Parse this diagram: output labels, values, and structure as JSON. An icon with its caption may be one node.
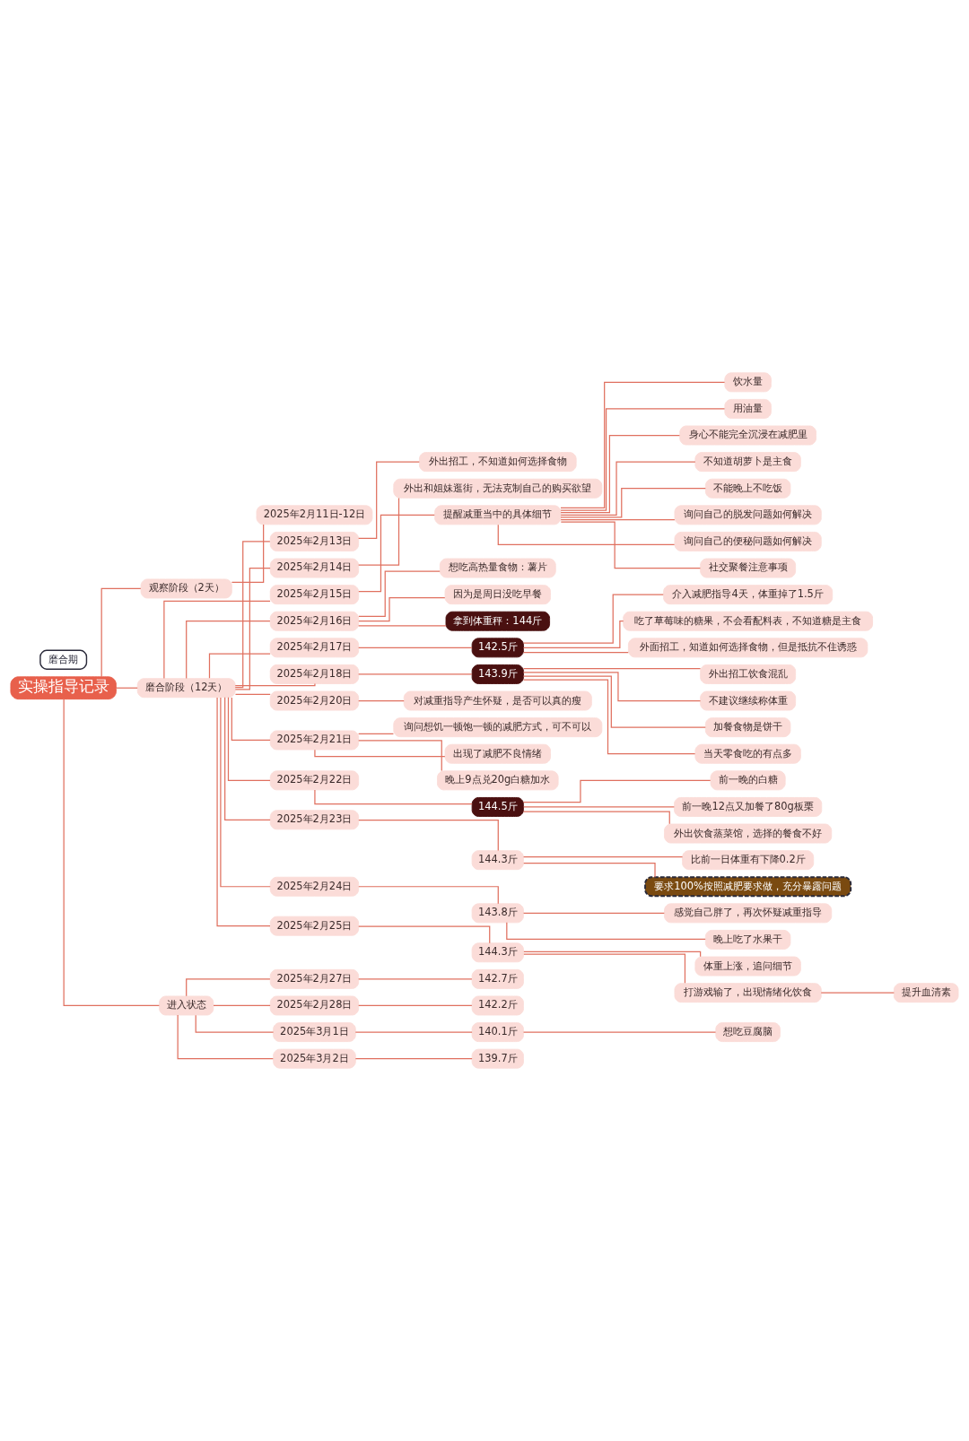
{
  "diagram": {
    "nodes": [
      {
        "text": [
          "实操指导记录"
        ]
      },
      {
        "text": [
          "观察阶段（2天）"
        ]
      },
      {
        "text": [
          "2025年2月11日-12日"
        ]
      },
      {
        "text": [
          "磨合阶段（12天）"
        ]
      },
      {
        "text": [
          "2025年2月13日"
        ]
      },
      {
        "text": [
          "外出招工，不知道如何选择食物"
        ]
      },
      {
        "text": [
          "2025年2月14日"
        ]
      },
      {
        "text": [
          "外出和姐妹逛街，无法克制自己的购买欲望"
        ]
      },
      {
        "text": [
          "2025年2月15日"
        ]
      },
      {
        "text": [
          "提醒减重当中的具体细节"
        ]
      },
      {
        "text": [
          "饮水量"
        ]
      },
      {
        "text": [
          "用油量"
        ]
      },
      {
        "text": [
          "身心不能完全沉浸在减肥里"
        ]
      },
      {
        "text": [
          "不知道胡萝卜是主食"
        ]
      },
      {
        "text": [
          "不能晚上不吃饭"
        ]
      },
      {
        "text": [
          "询问自己的脱发问题如何解决"
        ]
      },
      {
        "text": [
          "询问自己的便秘问题如何解决"
        ]
      },
      {
        "text": [
          "社交聚餐注意事项"
        ]
      },
      {
        "text": [
          "2025年2月16日"
        ]
      },
      {
        "text": [
          "想吃高热量食物：薯片"
        ]
      },
      {
        "text": [
          "因为是周日没吃早餐"
        ]
      },
      {
        "text": [
          "拿到体重秤：144斤"
        ]
      },
      {
        "text": [
          "2025年2月17日"
        ]
      },
      {
        "text": [
          "142.5斤"
        ]
      },
      {
        "text": [
          "介入减肥指导4天，体重掉了1.5斤"
        ]
      },
      {
        "text": [
          "吃了草莓味的糖果，不会看配料表，不知道糖是主食"
        ]
      },
      {
        "text": [
          "外面招工，知道如何选择食物，但是抵抗不住诱惑"
        ]
      },
      {
        "text": [
          "2025年2月18日"
        ]
      },
      {
        "text": [
          "143.9斤"
        ]
      },
      {
        "text": [
          "外出招工饮食混乱"
        ]
      },
      {
        "text": [
          "不建议继续称体重"
        ]
      },
      {
        "text": [
          "加餐食物是饼干"
        ]
      },
      {
        "text": [
          "当天零食吃的有点多"
        ]
      },
      {
        "text": [
          "2025年2月20日"
        ]
      },
      {
        "text": [
          "对减重指导产生怀疑，是否可以真的瘦"
        ]
      },
      {
        "text": [
          "2025年2月21日"
        ]
      },
      {
        "text": [
          "询问想饥一顿饱一顿的减肥方式，可不可以"
        ]
      },
      {
        "text": [
          "出现了减肥不良情绪"
        ]
      },
      {
        "text": [
          "晚上9点兑20g白糖加水"
        ]
      },
      {
        "text": [
          "2025年2月22日"
        ]
      },
      {
        "text": [
          "144.5斤"
        ]
      },
      {
        "text": [
          "前一晚的白糖"
        ]
      },
      {
        "text": [
          "前一晚12点又加餐了80g板栗"
        ]
      },
      {
        "text": [
          "外出饮食蒸菜馆，选择的餐食不好"
        ]
      },
      {
        "text": [
          "2025年2月23日"
        ]
      },
      {
        "text": [
          "144.3斤"
        ]
      },
      {
        "text": [
          "比前一日体重有下降0.2斤"
        ]
      },
      {
        "text": [
          "要求100%按照减肥要求做，充分暴露问题"
        ]
      },
      {
        "text": [
          "2025年2月24日"
        ]
      },
      {
        "text": [
          "143.8斤"
        ]
      },
      {
        "text": [
          "感觉自己胖了，再次怀疑减重指导"
        ]
      },
      {
        "text": [
          "晚上吃了水果干"
        ]
      },
      {
        "text": [
          "2025年2月25日"
        ]
      },
      {
        "text": [
          "144.3斤"
        ]
      },
      {
        "text": [
          "体重上涨，追问细节"
        ]
      },
      {
        "text": [
          "打游戏输了，出现情绪化饮食"
        ]
      },
      {
        "text": [
          "提升血清素"
        ]
      },
      {
        "text": [
          "进入状态"
        ]
      },
      {
        "text": [
          "2025年2月27日"
        ]
      },
      {
        "text": [
          "142.7斤"
        ]
      },
      {
        "text": [
          "2025年2月28日"
        ]
      },
      {
        "text": [
          "142.2斤"
        ]
      },
      {
        "text": [
          "2025年3月1日"
        ]
      },
      {
        "text": [
          "140.1斤"
        ]
      },
      {
        "text": [
          "想吃豆腐脑"
        ]
      },
      {
        "text": [
          "2025年3月2日"
        ]
      },
      {
        "text": [
          "139.7斤"
        ]
      },
      {
        "text": [
          "磨合期"
        ]
      }
    ],
    "edges": [
      {
        "from": 0,
        "to": 1,
        "arrow": "none"
      },
      {
        "from": 1,
        "to": 2,
        "arrow": "none"
      },
      {
        "from": 0,
        "to": 3,
        "arrow": "none"
      },
      {
        "from": 3,
        "to": 4,
        "arrow": "none"
      },
      {
        "from": 4,
        "to": 5,
        "arrow": "none"
      },
      {
        "from": 3,
        "to": 6,
        "arrow": "none"
      },
      {
        "from": 6,
        "to": 7,
        "arrow": "none"
      },
      {
        "from": 3,
        "to": 8,
        "arrow": "none"
      },
      {
        "from": 8,
        "to": 9,
        "arrow": "none"
      },
      {
        "from": 9,
        "to": 10,
        "arrow": "none"
      },
      {
        "from": 9,
        "to": 11,
        "arrow": "none"
      },
      {
        "from": 9,
        "to": 12,
        "arrow": "none"
      },
      {
        "from": 9,
        "to": 13,
        "arrow": "none"
      },
      {
        "from": 9,
        "to": 14,
        "arrow": "none"
      },
      {
        "from": 9,
        "to": 15,
        "arrow": "none"
      },
      {
        "from": 9,
        "to": 16,
        "arrow": "none"
      },
      {
        "from": 9,
        "to": 17,
        "arrow": "none"
      },
      {
        "from": 3,
        "to": 18,
        "arrow": "none"
      },
      {
        "from": 18,
        "to": 19,
        "arrow": "none"
      },
      {
        "from": 18,
        "to": 20,
        "arrow": "none"
      },
      {
        "from": 18,
        "to": 21,
        "arrow": "none"
      },
      {
        "from": 3,
        "to": 22,
        "arrow": "none"
      },
      {
        "from": 22,
        "to": 23,
        "arrow": "none"
      },
      {
        "from": 23,
        "to": 24,
        "arrow": "none"
      },
      {
        "from": 23,
        "to": 25,
        "arrow": "none"
      },
      {
        "from": 23,
        "to": 26,
        "arrow": "none"
      },
      {
        "from": 3,
        "to": 27,
        "arrow": "none"
      },
      {
        "from": 27,
        "to": 28,
        "arrow": "none"
      },
      {
        "from": 28,
        "to": 29,
        "arrow": "none"
      },
      {
        "from": 28,
        "to": 30,
        "arrow": "none"
      },
      {
        "from": 28,
        "to": 31,
        "arrow": "none"
      },
      {
        "from": 28,
        "to": 32,
        "arrow": "none"
      },
      {
        "from": 3,
        "to": 33,
        "arrow": "none"
      },
      {
        "from": 33,
        "to": 34,
        "arrow": "none"
      },
      {
        "from": 3,
        "to": 35,
        "arrow": "none"
      },
      {
        "from": 35,
        "to": 36,
        "arrow": "none"
      },
      {
        "from": 35,
        "to": 37,
        "arrow": "none"
      },
      {
        "from": 35,
        "to": 38,
        "arrow": "none"
      },
      {
        "from": 3,
        "to": 39,
        "arrow": "none"
      },
      {
        "from": 39,
        "to": 40,
        "arrow": "none"
      },
      {
        "from": 40,
        "to": 41,
        "arrow": "none"
      },
      {
        "from": 40,
        "to": 42,
        "arrow": "none"
      },
      {
        "from": 40,
        "to": 43,
        "arrow": "none"
      },
      {
        "from": 3,
        "to": 44,
        "arrow": "none"
      },
      {
        "from": 44,
        "to": 45,
        "arrow": "none"
      },
      {
        "from": 45,
        "to": 46,
        "arrow": "none"
      },
      {
        "from": 45,
        "to": 47,
        "arrow": "none"
      },
      {
        "from": 3,
        "to": 48,
        "arrow": "none"
      },
      {
        "from": 48,
        "to": 49,
        "arrow": "none"
      },
      {
        "from": 49,
        "to": 50,
        "arrow": "none"
      },
      {
        "from": 49,
        "to": 51,
        "arrow": "none"
      },
      {
        "from": 3,
        "to": 52,
        "arrow": "none"
      },
      {
        "from": 52,
        "to": 53,
        "arrow": "none"
      },
      {
        "from": 53,
        "to": 54,
        "arrow": "none"
      },
      {
        "from": 53,
        "to": 55,
        "arrow": "none"
      },
      {
        "from": 55,
        "to": 56,
        "arrow": "none"
      },
      {
        "from": 0,
        "to": 57,
        "arrow": "none"
      },
      {
        "from": 57,
        "to": 58,
        "arrow": "none"
      },
      {
        "from": 58,
        "to": 59,
        "arrow": "none"
      },
      {
        "from": 57,
        "to": 60,
        "arrow": "none"
      },
      {
        "from": 60,
        "to": 61,
        "arrow": "none"
      },
      {
        "from": 57,
        "to": 62,
        "arrow": "none"
      },
      {
        "from": 62,
        "to": 63,
        "arrow": "none"
      },
      {
        "from": 63,
        "to": 64,
        "arrow": "none"
      },
      {
        "from": 57,
        "to": 65,
        "arrow": "none"
      },
      {
        "from": 65,
        "to": 66,
        "arrow": "none"
      }
    ]
  }
}
